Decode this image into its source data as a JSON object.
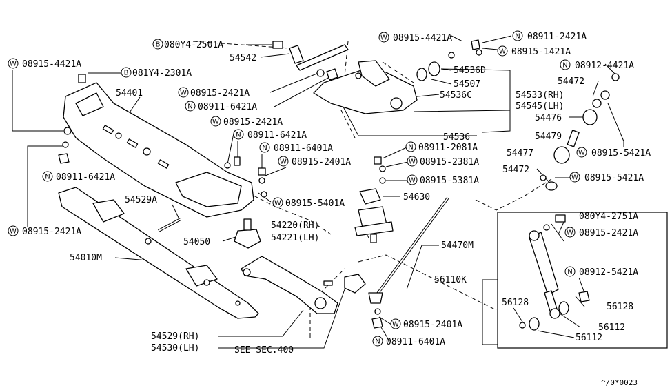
{
  "labels": {
    "l01": "080Y4-2501A",
    "l02": "54542",
    "l03": "08915-4421A",
    "l04": "08911-2421A",
    "l05": "08915-1421A",
    "l06": "54536D",
    "l07": "54507",
    "l08": "54536C",
    "l09": "54533(RH)",
    "l10": "54545(LH)",
    "l11": "54536",
    "l12": "08912-4421A",
    "l13": "54472",
    "l14": "54476",
    "l15": "54479",
    "l16": "54477",
    "l17": "54472",
    "l18": "08915-5421A",
    "l19": "08915-5421A",
    "l20": "08915-4421A",
    "l21": "081Y4-2301A",
    "l22": "54401",
    "l23": "08915-2421A",
    "l24": "08911-6421A",
    "l25": "08915-2421A",
    "l26": "08911-6421A",
    "l27": "08911-6401A",
    "l28": "08915-2401A",
    "l29": "08911-2081A",
    "l30": "08915-2381A",
    "l31": "08915-5381A",
    "l32": "54630",
    "l33": "08915-5401A",
    "l34": "08911-6421A",
    "l35": "54529A",
    "l36": "08915-2421A",
    "l37": "54220(RH)",
    "l38": "54221(LH)",
    "l39": "54050",
    "l40": "54470M",
    "l41": "54010M",
    "l42": "56110K",
    "l43": "080Y4-2751A",
    "l44": "08915-2421A",
    "l45": "08912-5421A",
    "l46": "56128",
    "l47": "56128",
    "l48": "56112",
    "l49": "56112",
    "l50": "08915-2401A",
    "l51": "54529(RH)",
    "l52": "54530(LH)",
    "l53": "SEE SEC.400",
    "l54": "08911-6401A",
    "l55": "^/0*0023"
  },
  "prefix_letters": {
    "bolt": "B",
    "washer": "W",
    "nut": "N"
  }
}
